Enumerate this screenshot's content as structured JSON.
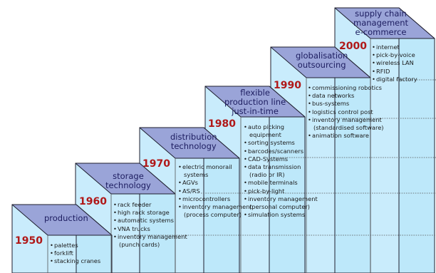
{
  "stages": [
    {
      "title_lines": [
        "production"
      ],
      "year": "1950",
      "items": [
        {
          "text": "palettes"
        },
        {
          "text": "forklift"
        },
        {
          "text": "stacking cranes"
        }
      ]
    },
    {
      "title_lines": [
        "storage",
        "technology"
      ],
      "year": "1960",
      "items": [
        {
          "text": "rack feeder"
        },
        {
          "text": "high rack storage"
        },
        {
          "text": "automatic systems"
        },
        {
          "text": "VNA trucks"
        },
        {
          "text": "inventory management"
        },
        {
          "text": "(punch cards)",
          "cont": true
        }
      ]
    },
    {
      "title_lines": [
        "distribution",
        "technology"
      ],
      "year": "1970",
      "items": [
        {
          "text": "electric monorail"
        },
        {
          "text": "systems",
          "cont": true
        },
        {
          "text": "AGVs"
        },
        {
          "text": "AS/RS"
        },
        {
          "text": "microcontrollers"
        },
        {
          "text": "inventory management"
        },
        {
          "text": "(process computer)",
          "cont": true
        }
      ]
    },
    {
      "title_lines": [
        "flexible",
        "production line",
        "just-in-time"
      ],
      "year": "1980",
      "items": [
        {
          "text": "auto picking"
        },
        {
          "text": "equipment",
          "cont": true
        },
        {
          "text": "sorting systems"
        },
        {
          "text": "barcodes/scanners"
        },
        {
          "text": "CAD-Systems"
        },
        {
          "text": "data transmission"
        },
        {
          "text": "(radio or IR)",
          "cont": true
        },
        {
          "text": "mobile terminals"
        },
        {
          "text": "pick-by-light"
        },
        {
          "text": "inventory management"
        },
        {
          "text": "(personal computer)",
          "cont": true
        },
        {
          "text": "simulation systems"
        }
      ]
    },
    {
      "title_lines": [
        "globalisation",
        "outsourcing"
      ],
      "year": "1990",
      "items": [
        {
          "text": "commissioning robotics"
        },
        {
          "text": "data networks"
        },
        {
          "text": "bus-systems"
        },
        {
          "text": "logistics control post"
        },
        {
          "text": "inventory management"
        },
        {
          "text": "(standardised software)",
          "cont": true
        },
        {
          "text": "animation software"
        }
      ]
    },
    {
      "title_lines": [
        "supply chain",
        "management",
        "e-commerce"
      ],
      "year": "2000",
      "items": [
        {
          "text": "internet"
        },
        {
          "text": "pick-by-voice"
        },
        {
          "text": "wireless LAN"
        },
        {
          "text": "RFID"
        },
        {
          "text": "digital factory"
        }
      ]
    }
  ],
  "colors": {
    "top": "#9aa4d8",
    "front": "#c9ecfc",
    "side": "#bde8fa",
    "outline": "#1e1e2e",
    "year": "#b01818",
    "label": "#1d1d60"
  }
}
